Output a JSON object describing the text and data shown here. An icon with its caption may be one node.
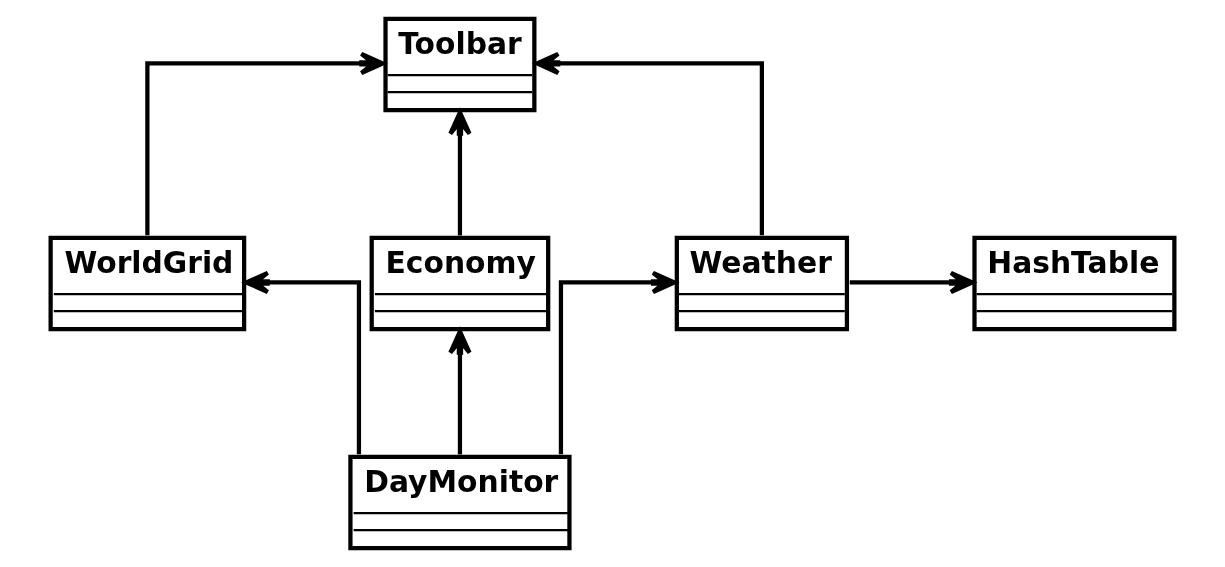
{
  "diagram": {
    "nodes": [
      {
        "text": [
          "Toolbar"
        ]
      },
      {
        "text": [
          "WorldGrid"
        ]
      },
      {
        "text": [
          "Economy"
        ]
      },
      {
        "text": [
          "Weather"
        ]
      },
      {
        "text": [
          "HashTable"
        ]
      },
      {
        "text": [
          "DayMonitor"
        ]
      }
    ],
    "edges": [
      {
        "from": 1,
        "to": 0,
        "arrow": "to"
      },
      {
        "from": 2,
        "to": 0,
        "arrow": "to"
      },
      {
        "from": 3,
        "to": 0,
        "arrow": "to"
      },
      {
        "from": 3,
        "to": 4,
        "arrow": "to"
      },
      {
        "from": 5,
        "to": 1,
        "arrow": "to"
      },
      {
        "from": 5,
        "to": 2,
        "arrow": "to"
      },
      {
        "from": 5,
        "to": 3,
        "arrow": "to"
      }
    ]
  }
}
